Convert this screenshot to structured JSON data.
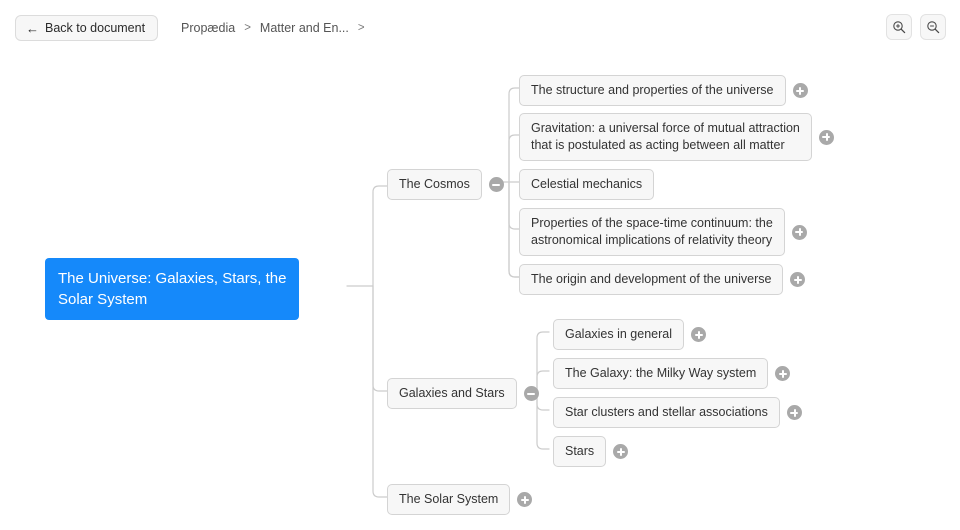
{
  "header": {
    "back_button": {
      "label": "Back to document",
      "arrow_icon": "arrow-left-icon"
    },
    "breadcrumb": {
      "items": [
        "Propædia",
        "Matter and En..."
      ],
      "separator": ">",
      "trailing_separator": ">"
    },
    "zoom_in": {
      "icon": "zoom-in-icon",
      "label": "Zoom in"
    },
    "zoom_out": {
      "icon": "zoom-out-icon",
      "label": "Zoom out"
    }
  },
  "colors": {
    "root_node": "#1589fa",
    "node_background": "#f7f7f7",
    "node_border": "#d4d4d4",
    "connector": "#cccccc",
    "toggle": "#a9a9a9",
    "text": "#333333",
    "canvas": "#ffffff"
  },
  "mindmap": {
    "root": {
      "label": "The Universe: Galaxies, Stars, the\nSolar System",
      "expanded": true
    },
    "branches": [
      {
        "label": "The Cosmos",
        "toggle": "minus",
        "expanded": true,
        "children": [
          {
            "label": "The structure and properties of the universe",
            "toggle": "plus",
            "expanded": false
          },
          {
            "label": "Gravitation: a universal force of mutual attraction\nthat is postulated as acting between all matter",
            "toggle": "plus",
            "expanded": false
          },
          {
            "label": "Celestial mechanics",
            "toggle": "none",
            "expanded": false
          },
          {
            "label": "Properties of the space-time continuum: the\nastronomical implications of relativity theory",
            "toggle": "plus",
            "expanded": false
          },
          {
            "label": "The origin and development of the universe",
            "toggle": "plus",
            "expanded": false
          }
        ]
      },
      {
        "label": "Galaxies and Stars",
        "toggle": "minus",
        "expanded": true,
        "children": [
          {
            "label": "Galaxies in general",
            "toggle": "plus",
            "expanded": false
          },
          {
            "label": "The Galaxy: the Milky Way system",
            "toggle": "plus",
            "expanded": false
          },
          {
            "label": "Star clusters and stellar associations",
            "toggle": "plus",
            "expanded": false
          },
          {
            "label": "Stars",
            "toggle": "plus",
            "expanded": false
          }
        ]
      },
      {
        "label": "The Solar System",
        "toggle": "plus",
        "expanded": false,
        "children": []
      }
    ]
  }
}
